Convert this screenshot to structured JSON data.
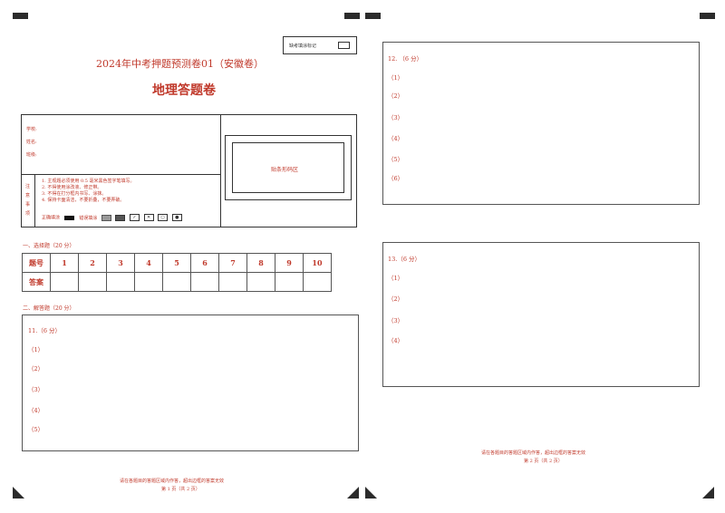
{
  "page1": {
    "absent_mark_label": "缺考填涂标记",
    "title": "2024年中考押题预测卷01（安徽卷）",
    "subtitle": "地理答题卷",
    "info_fields": [
      "学校:",
      "姓名:",
      "班级:"
    ],
    "barcode_label": "贴条形码区",
    "notice_label_chars": [
      "注",
      "意",
      "事",
      "项"
    ],
    "notice_items": [
      "1. 主观题必须使用 0.5 毫米黑色签字笔填写。",
      "2. 不得使用涂改液、修正带。",
      "3. 不得在打分框内书写、涂抹。",
      "4. 保持卡面清洁，不要折叠，不要弄破。"
    ],
    "correct_fill_label": "正确填涂",
    "wrong_fill_label": "错误填涂",
    "wrong_marks": [
      "✓",
      "✕",
      "○",
      "●"
    ],
    "section1_title": "一、选择题（20 分）",
    "table_header_label": "题号",
    "table_answer_label": "答案",
    "question_numbers": [
      "1",
      "2",
      "3",
      "4",
      "5",
      "6",
      "7",
      "8",
      "9",
      "10"
    ],
    "section2_title": "二、解答题（20 分）",
    "q11_title": "11.（6 分）",
    "q11_parts": [
      "（1）",
      "（2）",
      "（3）",
      "（4）",
      "（5）"
    ],
    "footer_line1": "请在各题目的答题区域内作答，超出边框的答案无效",
    "footer_line2": "第 1 页（共 2 页）"
  },
  "page2": {
    "q12_title": "12. （6 分）",
    "q12_parts": [
      "（1）",
      "（2）",
      "（3）",
      "（4）",
      "（5）",
      "（6）"
    ],
    "q13_title": "13.（6 分）",
    "q13_parts": [
      "（1）",
      "（2）",
      "（3）",
      "（4）"
    ],
    "footer_line1": "请在各题目的答题区域内作答，超出边框的答案无效",
    "footer_line2": "第 2 页（共 2 页）"
  }
}
